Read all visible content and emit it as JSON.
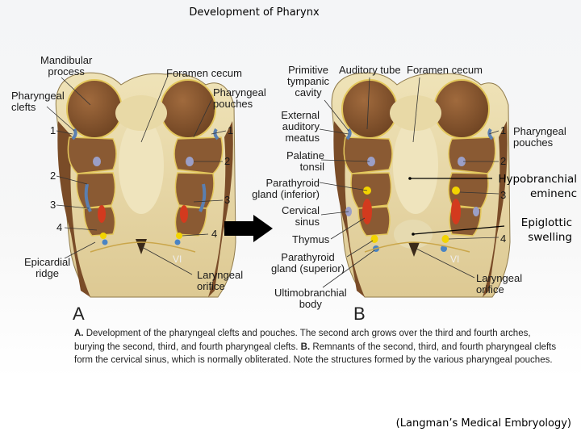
{
  "title": "Development of Pharynx",
  "panel_a": {
    "letter": "A",
    "labels": {
      "mandibular_process": "Mandibular\nprocess",
      "foramen_cecum": "Foramen cecum",
      "pharyngeal_clefts": "Pharyngeal\nclefts",
      "pharyngeal_pouches": "Pharyngeal\npouches",
      "epicardial_ridge": "Epicardial\nridge",
      "laryngeal_orifice": "Laryngeal\norifice"
    },
    "left_numbers": [
      "1",
      "2",
      "3",
      "4"
    ],
    "right_numbers": [
      "1",
      "2",
      "3",
      "4"
    ],
    "roman_vi": "VI"
  },
  "panel_b": {
    "letter": "B",
    "labels": {
      "primitive_tympanic_cavity": "Primitive\ntympanic\ncavity",
      "auditory_tube": "Auditory tube",
      "foramen_cecum": "Foramen cecum",
      "external_auditory_meatus": "External\nauditory\nmeatus",
      "palatine_tonsil": "Palatine\ntonsil",
      "parathyroid_inferior": "Parathyroid\ngland (inferior)",
      "cervical_sinus": "Cervical\nsinus",
      "thymus": "Thymus",
      "parathyroid_superior": "Parathyroid\ngland (superior)",
      "ultimobranchial_body": "Ultimobranchial\nbody",
      "pharyngeal_pouches": "Pharyngeal\npouches",
      "laryngeal_orifice": "Laryngeal\norifice"
    },
    "right_numbers": [
      "1",
      "2",
      "3",
      "4"
    ],
    "roman_vi": "VI"
  },
  "overlays": {
    "hypobranchial": "Hypobranchial\neminenc",
    "epiglottic": "Epiglottic\nswelling"
  },
  "caption": {
    "label_a": "A.",
    "text_a": " Development of the pharyngeal clefts and pouches. The second arch grows over the third and fourth arches, burying the second, third, and fourth pharyngeal clefts. ",
    "label_b": "B.",
    "text_b": " Remnants of the second, third, and fourth pharyngeal clefts form the cervical sinus, which is normally obliterated. Note the structures formed by the various pharyngeal pouches."
  },
  "credit": "(Langman’s Medical Embryology)",
  "colors": {
    "tissue_brown": "#8a5a33",
    "tissue_cream": "#e9dcae",
    "pouch_yellow": "#f2d400",
    "thymus_red": "#d33a1e",
    "cleft_blue": "#5a7fb0"
  }
}
